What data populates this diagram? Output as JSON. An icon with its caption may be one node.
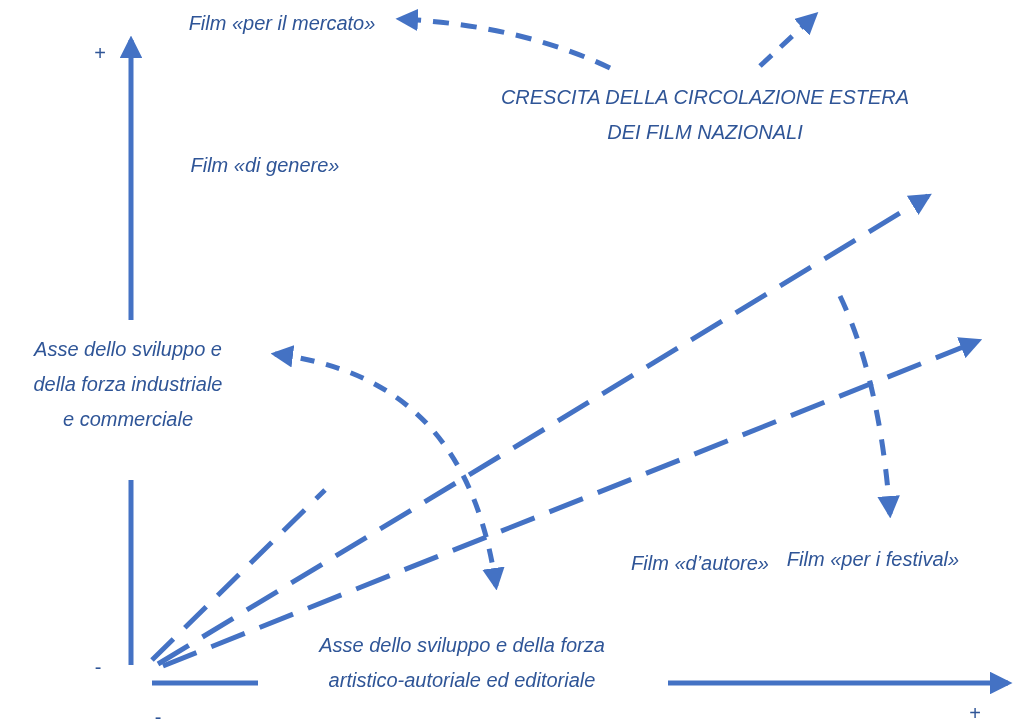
{
  "diagram": {
    "labels": [
      "+",
      "Film «per il mercato»",
      "CRESCITA DELLA CIRCOLAZIONE ESTERA DEI FILM NAZIONALI",
      "Film «di genere»",
      "Asse dello sviluppo e della forza industriale e commerciale",
      "Film «d’autore»",
      "Film «per i festival»",
      "-",
      "Asse dello sviluppo e della forza artistico-autoriale ed editoriale",
      "-",
      "+"
    ]
  }
}
